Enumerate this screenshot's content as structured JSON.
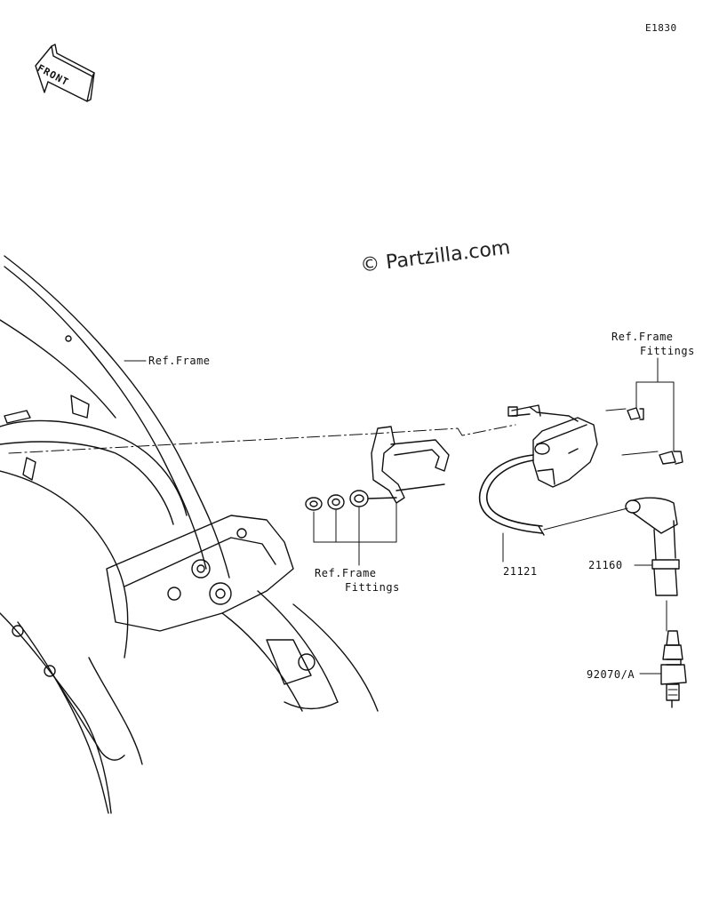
{
  "diagram_code": "E1830",
  "watermark": "© Partzilla.com",
  "front_label": "FRONT",
  "labels": {
    "ref_frame": "Ref.Frame",
    "ref_frame_fittings_top_line1": "Ref.Frame",
    "ref_frame_fittings_top_line2": "Fittings",
    "ref_frame_fittings_mid_line1": "Ref.Frame",
    "ref_frame_fittings_mid_line2": "Fittings"
  },
  "parts": [
    {
      "number": "21121"
    },
    {
      "number": "21160"
    },
    {
      "number": "92070/A"
    }
  ]
}
